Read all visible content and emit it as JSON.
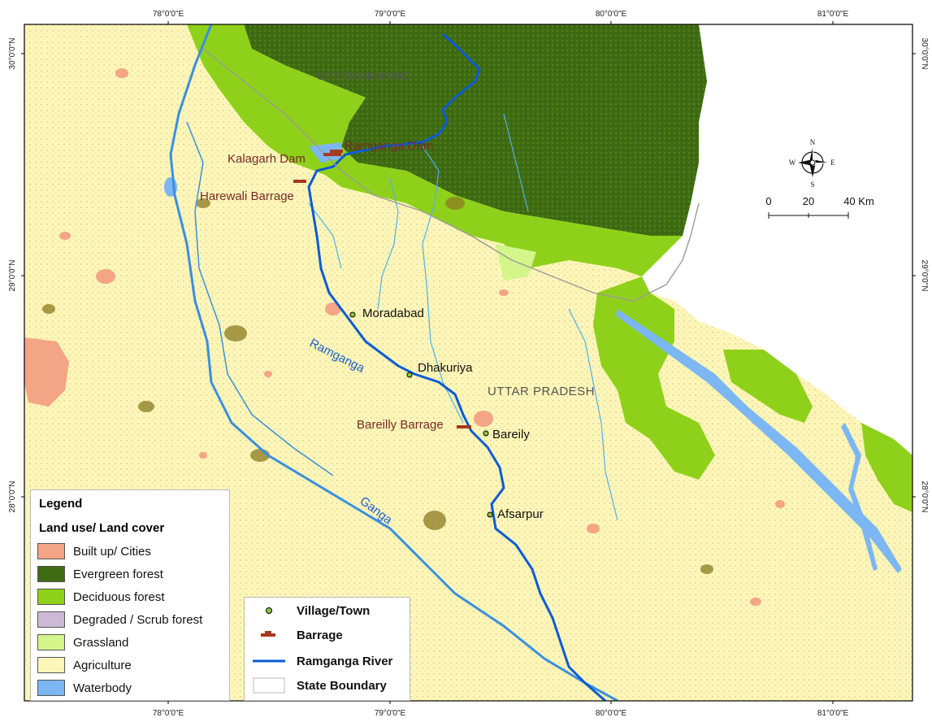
{
  "map": {
    "colors": {
      "agriculture": "#fdf6b8",
      "evergreen": "#3f6b12",
      "deciduous": "#8fd11a",
      "built_up": "#f3a586",
      "degraded": "#cdb9d6",
      "grassland": "#d3f58a",
      "waterbody": "#7cb7f3",
      "ramganga": "#0b5bd6",
      "ganga": "#3a8fe0",
      "barrage": "#a63a1e",
      "village_fill": "#8cc63e"
    },
    "coords": {
      "top": [
        "78°0'0\"E",
        "79°0'0\"E",
        "80°0'0\"E",
        "81°0'0\"E"
      ],
      "bottom": [
        "78°0'0\"E",
        "79°0'0\"E",
        "80°0'0\"E",
        "81°0'0\"E"
      ],
      "left": [
        "30°0'0\"N",
        "29°0'0\"N",
        "28°0'0\"N"
      ],
      "right": [
        "30°0'0\"N",
        "29°0'0\"N",
        "28°0'0\"N"
      ]
    },
    "regions": {
      "uttarakhand": "UTTARAKHAND",
      "uttar_pradesh": "UTTAR PRADESH"
    },
    "barrages": {
      "ramganga_dam": "Ramganga Dam",
      "kalagarh_dam": "Kalagarh Dam",
      "harewali": "Harewali Barrage",
      "bareilly": "Bareilly Barrage"
    },
    "towns": {
      "moradabad": "Moradabad",
      "dhakuriya": "Dhakuriya",
      "bareily": "Bareily",
      "afsarpur": "Afsarpur"
    },
    "rivers": {
      "ramganga": "Ramganga",
      "ganga": "Ganga"
    },
    "north_arrow": {
      "n": "N",
      "s": "S",
      "e": "E",
      "w": "W"
    },
    "scale": {
      "t0": "0",
      "t1": "20",
      "t2": "40 Km"
    }
  },
  "legend": {
    "title": "Legend",
    "subtitle": "Land use/ Land cover",
    "items": [
      {
        "label": "Built up/ Cities",
        "color": "#f3a586"
      },
      {
        "label": "Evergreen forest",
        "color": "#3f6b12"
      },
      {
        "label": "Deciduous forest",
        "color": "#8fd11a"
      },
      {
        "label": "Degraded / Scrub forest",
        "color": "#cdb9d6"
      },
      {
        "label": "Grassland",
        "color": "#d3f58a"
      },
      {
        "label": "Agriculture",
        "color": "#fdf6b8"
      },
      {
        "label": "Waterbody",
        "color": "#7cb7f3"
      }
    ],
    "symbols": [
      {
        "label": "Village/Town"
      },
      {
        "label": "Barrage"
      },
      {
        "label": "Ramganga River"
      },
      {
        "label": "State Boundary"
      }
    ]
  }
}
